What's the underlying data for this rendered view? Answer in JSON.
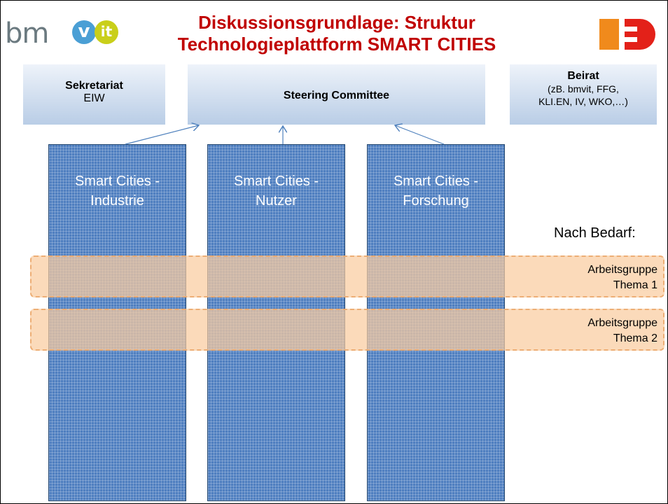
{
  "header": {
    "logo_left_text": "bm",
    "logo_left_v": "v",
    "logo_left_it": "it",
    "title_line1": "Diskussionsgrundlage: Struktur",
    "title_line2": "Technologieplattform SMART CITIES"
  },
  "top_boxes": {
    "sekretariat": {
      "title": "Sekretariat",
      "subtitle": "EIW"
    },
    "steering": {
      "title": "Steering Committee"
    },
    "beirat": {
      "title": "Beirat",
      "line1": "(zB. bmvit, FFG,",
      "line2": "KLI.EN, IV, WKO,…)"
    }
  },
  "columns": [
    {
      "line1": "Smart Cities -",
      "line2": "Industrie"
    },
    {
      "line1": "Smart Cities -",
      "line2": "Nutzer"
    },
    {
      "line1": "Smart Cities -",
      "line2": "Forschung"
    }
  ],
  "nach_bedarf": "Nach Bedarf:",
  "working_groups": [
    {
      "line1": "Arbeitsgruppe",
      "line2": "Thema 1"
    },
    {
      "line1": "Arbeitsgruppe",
      "line2": "Thema 2"
    }
  ],
  "colors": {
    "title": "#c00000",
    "column_fill": "#4f7fc0",
    "band_fill": "#facca0",
    "box_gradient_bottom": "#b9cde6",
    "arrow": "#4f81bd"
  }
}
